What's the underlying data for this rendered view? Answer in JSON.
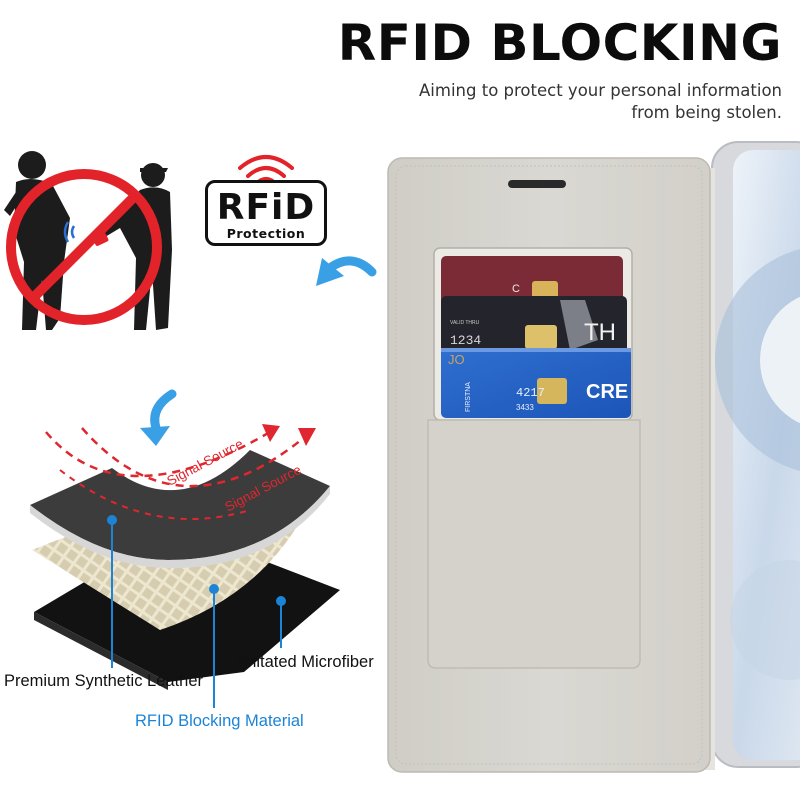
{
  "header": {
    "title": "RFID BLOCKING",
    "subtitle_line1": "Aiming to protect your personal information",
    "subtitle_line2": "from being stolen."
  },
  "badge": {
    "main_text": "RFiD",
    "sub_text": "Protection",
    "icon": "wifi-signal-icon"
  },
  "layers": {
    "signal_label_1": "Signal Source",
    "signal_label_2": "Signal Source",
    "label_leather": "Premium Synthetic Leather",
    "label_microfiber": "Imitated Microfiber",
    "label_blocking": "RFID Blocking Material"
  },
  "cards": {
    "card1_prefix": "C",
    "card2_text": "TH",
    "card2_number": "1234",
    "card2_valid": "VALID THRU",
    "card2_name": "JO",
    "card3_text": "CRE",
    "card3_number": "4217",
    "card3_small": "3433",
    "card3_first": "FIRSTNA"
  },
  "colors": {
    "accent_blue": "#1b84d6",
    "signal_red": "#e0262e",
    "prohibited_red": "#e2232a",
    "case_grey": "#d9d7d0",
    "title_black": "#0c0c0c"
  }
}
